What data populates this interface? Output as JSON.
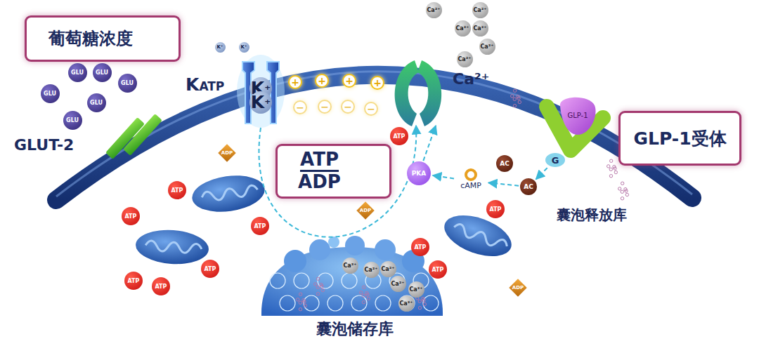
{
  "diagram": {
    "nodes": [
      {
        "text": [
          "葡萄糖浓度"
        ]
      },
      {
        "text": [
          "GLU"
        ]
      },
      {
        "text": [
          "GLU"
        ]
      },
      {
        "text": [
          "GLU"
        ]
      },
      {
        "text": [
          "GLU"
        ]
      },
      {
        "text": [
          "GLU"
        ]
      },
      {
        "text": [
          "GLU"
        ]
      },
      {
        "text": [
          "GLUT-2"
        ]
      },
      {
        "text": [
          "K⁺"
        ]
      },
      {
        "text": [
          "K⁺"
        ]
      },
      {
        "text": [
          "KATP"
        ]
      },
      {
        "text": [
          "K⁺"
        ],
        "in": 10
      },
      {
        "text": [
          "K⁺"
        ],
        "in": 10
      },
      {
        "text": [
          "+"
        ]
      },
      {
        "text": [
          "+"
        ]
      },
      {
        "text": [
          "+"
        ]
      },
      {
        "text": [
          "+"
        ]
      },
      {
        "text": [
          "−"
        ]
      },
      {
        "text": [
          "−"
        ]
      },
      {
        "text": [
          "−"
        ]
      },
      {
        "text": [
          "−"
        ]
      },
      {
        "text": [
          "Ca²⁺"
        ]
      },
      {
        "text": [
          "Ca²⁺"
        ]
      },
      {
        "text": [
          "Ca²⁺"
        ]
      },
      {
        "text": [
          "Ca²⁺"
        ]
      },
      {
        "text": [
          "Ca²⁺"
        ]
      },
      {
        "text": [
          "Ca²⁺"
        ]
      },
      {
        "text": [
          "Ca²⁺"
        ]
      },
      {
        "text": [
          "GLP-1受体"
        ]
      },
      {
        "text": [
          "GLP-1"
        ]
      },
      {
        "text": [
          "G"
        ]
      },
      {
        "text": [
          "AC"
        ]
      },
      {
        "text": [
          "AC"
        ]
      },
      {
        "text": [
          "cAMP"
        ]
      },
      {
        "text": [
          "PKA"
        ]
      },
      {
        "text": [
          "ATP",
          "ADP"
        ]
      },
      {
        "text": [
          "ATP"
        ]
      },
      {
        "text": [
          "ATP"
        ]
      },
      {
        "text": [
          "ATP"
        ]
      },
      {
        "text": [
          "ATP"
        ]
      },
      {
        "text": [
          "ATP"
        ]
      },
      {
        "text": [
          "ATP"
        ]
      },
      {
        "text": [
          "ATP"
        ]
      },
      {
        "text": [
          "ATP"
        ]
      },
      {
        "text": [
          "ATP"
        ]
      },
      {
        "text": [
          "ATP"
        ]
      },
      {
        "text": [
          "ADP"
        ]
      },
      {
        "text": [
          "ADP"
        ]
      },
      {
        "text": [
          "ADP"
        ]
      },
      {
        "text": [
          "囊泡储存库"
        ]
      },
      {
        "text": [
          "Ca²⁺"
        ],
        "in": 49
      },
      {
        "text": [
          "Ca²⁺"
        ],
        "in": 49
      },
      {
        "text": [
          "Ca²⁺"
        ],
        "in": 49
      },
      {
        "text": [
          "Ca²⁺"
        ],
        "in": 49
      },
      {
        "text": [
          "Ca²⁺"
        ],
        "in": 49
      },
      {
        "text": [
          "Ca²⁺"
        ],
        "in": 49
      }
    ],
    "edges": [
      {
        "from": 30,
        "to": 32,
        "arrow": "to"
      },
      {
        "from": 32,
        "to": 33,
        "arrow": "to"
      },
      {
        "from": 33,
        "to": 34,
        "arrow": "to"
      },
      {
        "from": 34,
        "to": 27,
        "arrow": "to"
      },
      {
        "from": 10,
        "to": 27,
        "arrow": "to"
      }
    ],
    "labels": [
      "囊泡释放库"
    ]
  }
}
